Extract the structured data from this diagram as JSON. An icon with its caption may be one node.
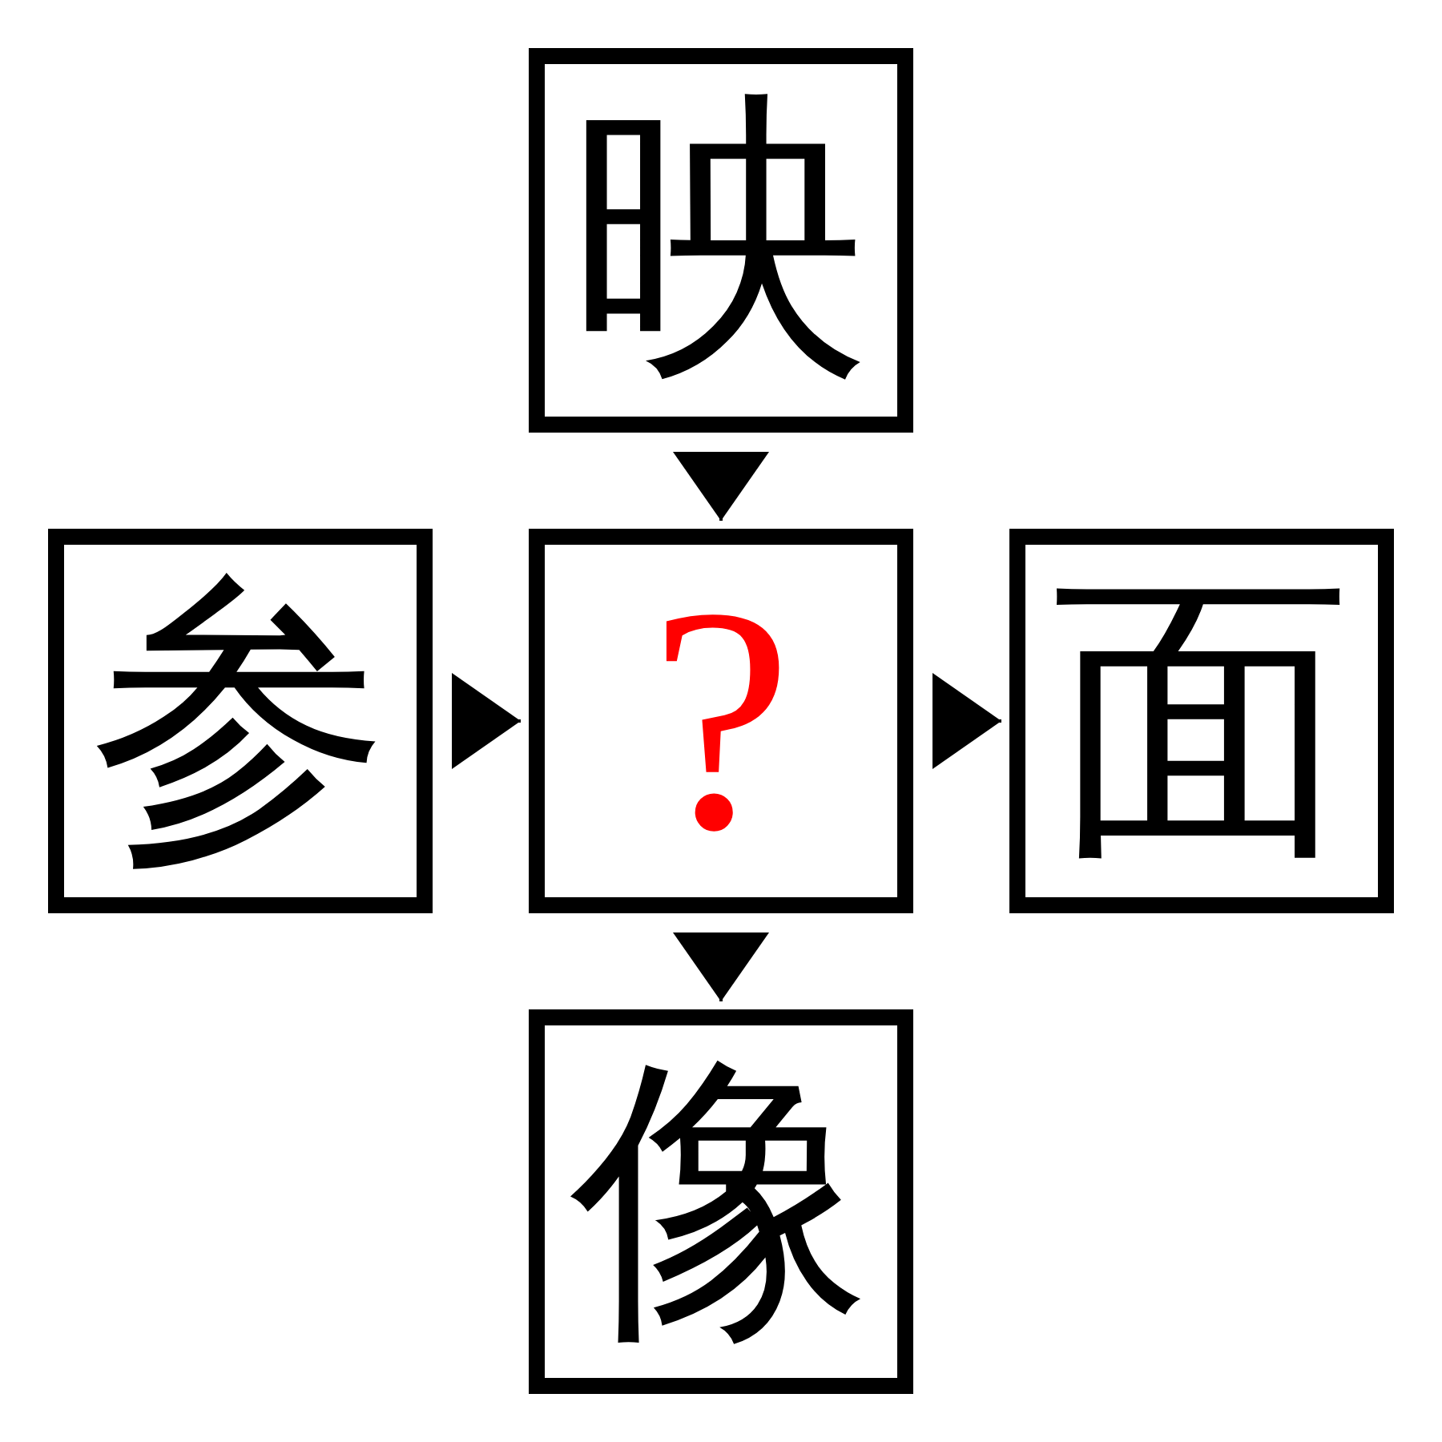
{
  "diagram": {
    "nodes": [
      {
        "text": [
          "映"
        ]
      },
      {
        "text": [
          "参"
        ]
      },
      {
        "text": [
          "?"
        ]
      },
      {
        "text": [
          "面"
        ]
      },
      {
        "text": [
          "像"
        ]
      }
    ],
    "edges": [
      {
        "from": 0,
        "to": 2,
        "arrow": "to"
      },
      {
        "from": 1,
        "to": 2,
        "arrow": "to"
      },
      {
        "from": 2,
        "to": 3,
        "arrow": "to"
      },
      {
        "from": 2,
        "to": 4,
        "arrow": "to"
      }
    ]
  }
}
